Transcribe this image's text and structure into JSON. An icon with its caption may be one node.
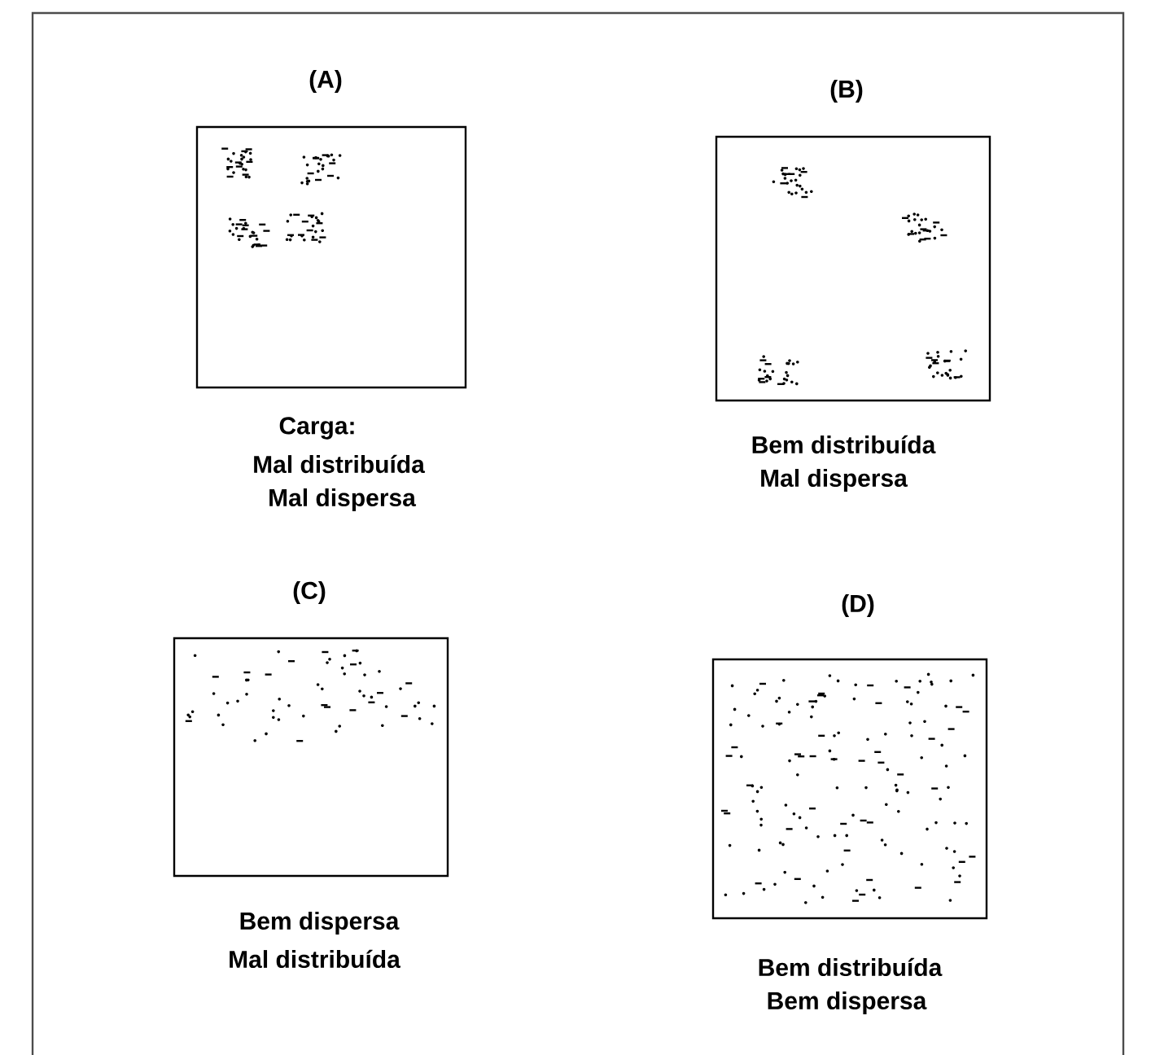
{
  "diagram": {
    "nodes": [
      {
        "text": [
          "(A)"
        ],
        "beside": [
          "Carga:",
          "Mal distribuída",
          "Mal dispersa"
        ]
      },
      {
        "text": [
          "(B)"
        ],
        "beside": [
          "Bem distribuída",
          "Mal dispersa"
        ]
      },
      {
        "text": [
          "(C)"
        ],
        "beside": [
          "Bem dispersa",
          "Mal distribuída"
        ]
      },
      {
        "text": [
          "(D)"
        ],
        "beside": [
          "Bem distribuída",
          "Bem dispersa"
        ]
      }
    ]
  }
}
